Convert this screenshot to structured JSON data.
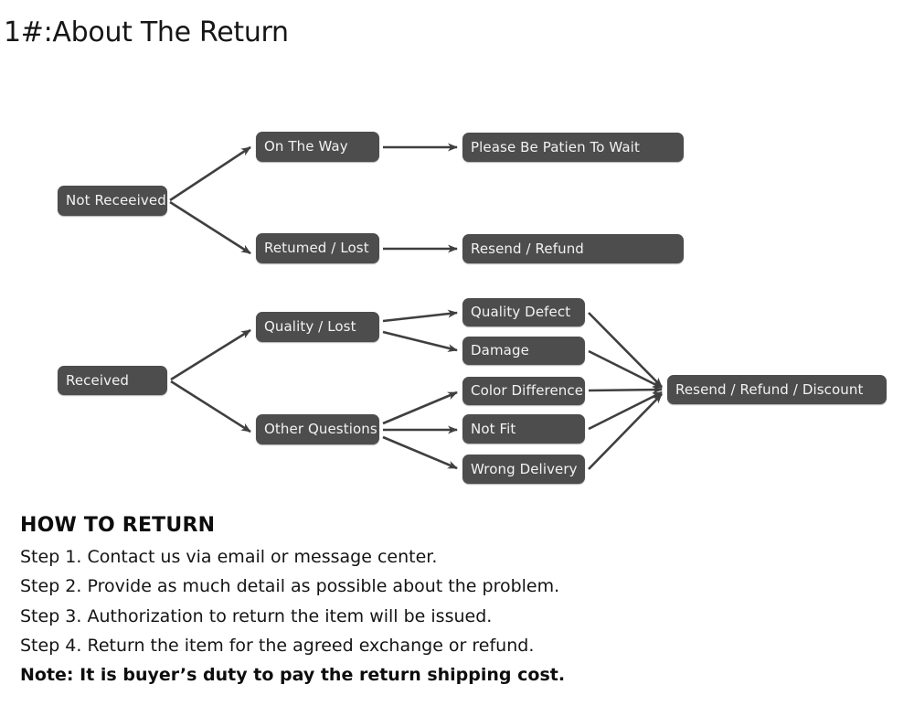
{
  "page": {
    "title": "1#:About The Return",
    "background_color": "#ffffff",
    "node_color": "#4d4d4d",
    "node_text_color": "#f2f2f2",
    "arrow_color": "#3f3f3f"
  },
  "flowchart": {
    "type": "diagram",
    "nodes": {
      "not_received": "Not Receeived",
      "on_the_way": "On The Way",
      "returned_lost": "Retumed / Lost",
      "please_wait": "Please Be Patien To Wait",
      "resend_refund": "Resend / Refund",
      "received": "Received",
      "quality_lost": "Quality / Lost",
      "other_questions": "Other Questions",
      "quality_defect": "Quality Defect",
      "damage": "Damage",
      "color_difference": "Color Difference",
      "not_fit": "Not Fit",
      "wrong_delivery": "Wrong Delivery",
      "resend_refund_discount": "Resend / Refund / Discount"
    },
    "edges": [
      {
        "from": "not_received",
        "to": "on_the_way"
      },
      {
        "from": "not_received",
        "to": "returned_lost"
      },
      {
        "from": "on_the_way",
        "to": "please_wait"
      },
      {
        "from": "returned_lost",
        "to": "resend_refund"
      },
      {
        "from": "received",
        "to": "quality_lost"
      },
      {
        "from": "received",
        "to": "other_questions"
      },
      {
        "from": "quality_lost",
        "to": "quality_defect"
      },
      {
        "from": "quality_lost",
        "to": "damage"
      },
      {
        "from": "other_questions",
        "to": "color_difference"
      },
      {
        "from": "other_questions",
        "to": "not_fit"
      },
      {
        "from": "other_questions",
        "to": "wrong_delivery"
      },
      {
        "from": "quality_defect",
        "to": "resend_refund_discount"
      },
      {
        "from": "damage",
        "to": "resend_refund_discount"
      },
      {
        "from": "color_difference",
        "to": "resend_refund_discount"
      },
      {
        "from": "not_fit",
        "to": "resend_refund_discount"
      },
      {
        "from": "wrong_delivery",
        "to": "resend_refund_discount"
      }
    ]
  },
  "howto": {
    "heading": "HOW TO RETURN",
    "steps": [
      "Step 1. Contact us via email or message center.",
      "Step 2. Provide as much detail as possible about the problem.",
      "Step 3. Authorization to return the item will be issued.",
      "Step 4. Return the item for the agreed exchange or refund."
    ],
    "note": "Note: It is buyer’s duty to pay the return shipping cost."
  }
}
